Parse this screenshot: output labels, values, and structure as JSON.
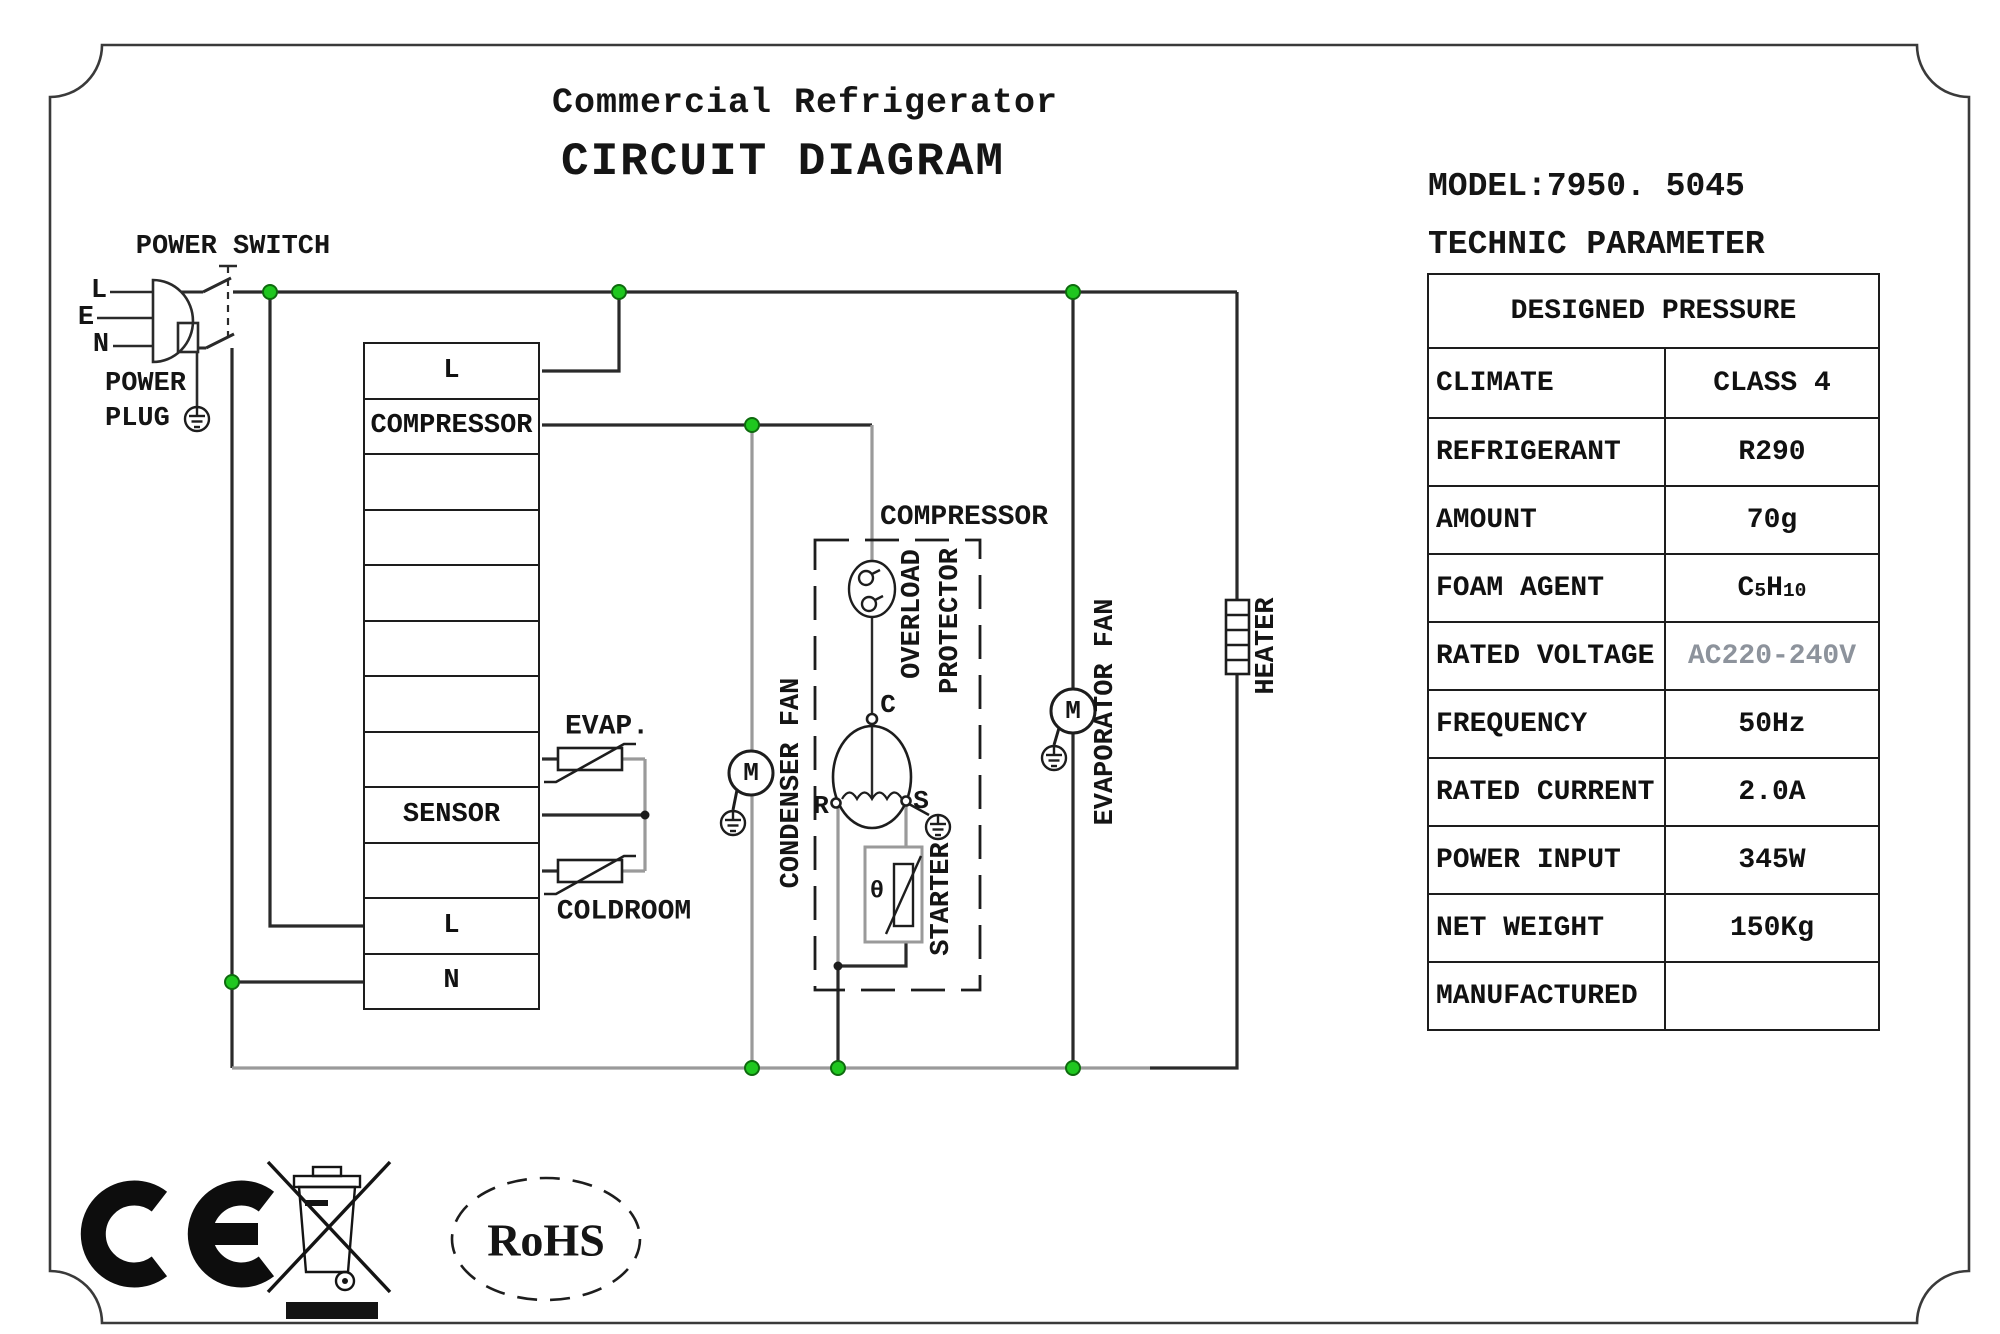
{
  "title": {
    "line1": "Commercial Refrigerator",
    "line2": "CIRCUIT DIAGRAM"
  },
  "right_panel": {
    "model_line": "MODEL:7950. 5045",
    "technic_line": "TECHNIC  PARAMETER"
  },
  "parameters_table": {
    "header": "DESIGNED PRESSURE",
    "rows": [
      {
        "label": "CLIMATE",
        "value": "CLASS 4"
      },
      {
        "label": "REFRIGERANT",
        "value": "R290"
      },
      {
        "label": "AMOUNT",
        "value": "70g"
      },
      {
        "label": "FOAM AGENT",
        "value": "C5H10",
        "chem": true
      },
      {
        "label": "RATED VOLTAGE",
        "value": "AC220-240V",
        "muted": true
      },
      {
        "label": "FREQUENCY",
        "value": "50Hz"
      },
      {
        "label": "RATED CURRENT",
        "value": "2.0A"
      },
      {
        "label": "POWER INPUT",
        "value": "345W"
      },
      {
        "label": "NET WEIGHT",
        "value": "150Kg"
      },
      {
        "label": "MANUFACTURED",
        "value": ""
      }
    ]
  },
  "terminal_block": {
    "rows": [
      "L",
      "COMPRESSOR",
      "",
      "",
      "",
      "",
      "",
      "",
      "SENSOR",
      "",
      "L",
      "N"
    ]
  },
  "labels": {
    "power_switch": "POWER SWITCH",
    "plug_l": "L",
    "plug_e": "E",
    "plug_n": "N",
    "power_plug_line1": "POWER",
    "power_plug_line2": "PLUG",
    "evap": "EVAP.",
    "coldroom": "COLDROOM",
    "compressor_box": "COMPRESSOR",
    "overload_word1": "OVERLOAD",
    "overload_word2": "PROTECTOR",
    "starter": "STARTER",
    "condenser_fan": "CONDENSER FAN",
    "evaporator_fan": "EVAPORATOR FAN",
    "heater": "HEATER",
    "motor_condenser": "M",
    "motor_evaporator": "M",
    "terminal_c": "C",
    "terminal_r": "R",
    "terminal_s": "S",
    "theta": "θ",
    "rohs": "RoHS"
  },
  "colors": {
    "wire_black": "#2a2a2a",
    "wire_gray": "#9a9a9a",
    "junction_green": "#1fc71f",
    "junction_green_edge": "#0e6b0e",
    "muted_value": "#8d939c"
  }
}
